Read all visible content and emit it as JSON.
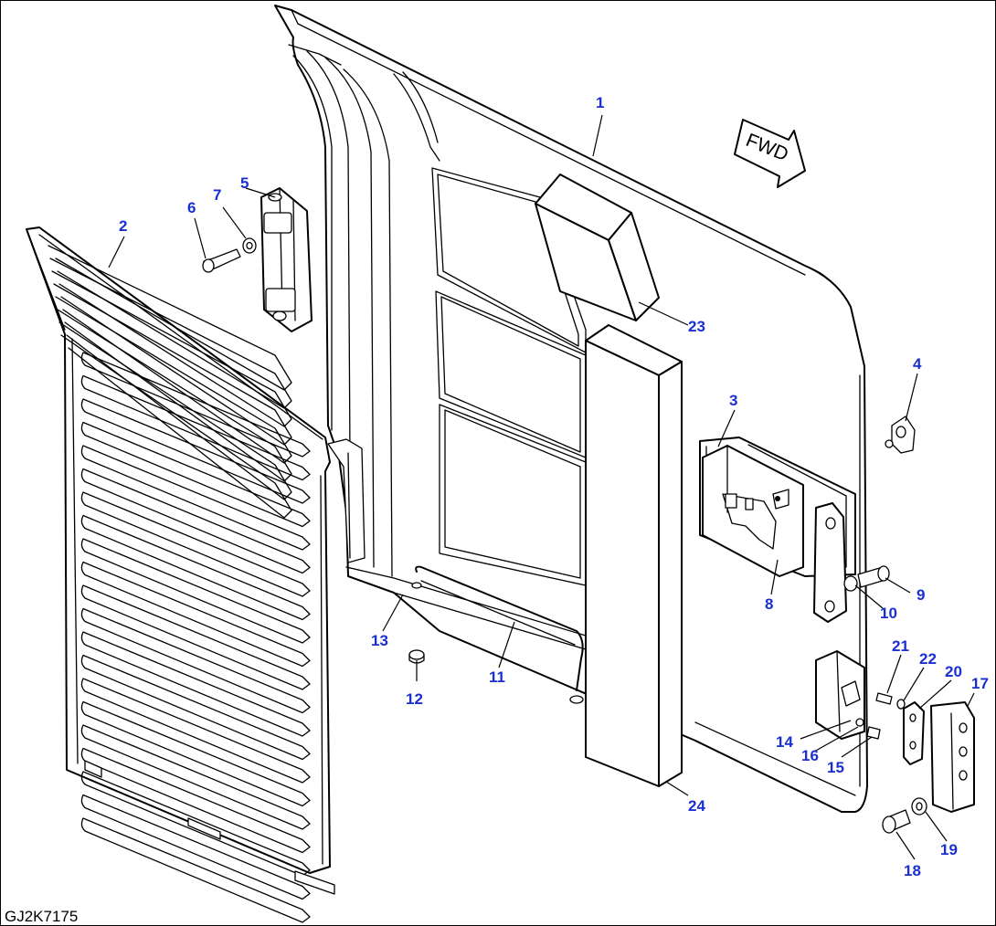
{
  "drawing_number": "GJ2K7175",
  "direction_marker": "FWD",
  "callouts": [
    "1",
    "2",
    "3",
    "4",
    "5",
    "6",
    "7",
    "8",
    "9",
    "10",
    "11",
    "12",
    "13",
    "14",
    "15",
    "16",
    "17",
    "18",
    "19",
    "20",
    "21",
    "22",
    "23",
    "24"
  ],
  "colors": {
    "callout": "#1a2fd0",
    "line": "#000000",
    "background": "#ffffff"
  }
}
